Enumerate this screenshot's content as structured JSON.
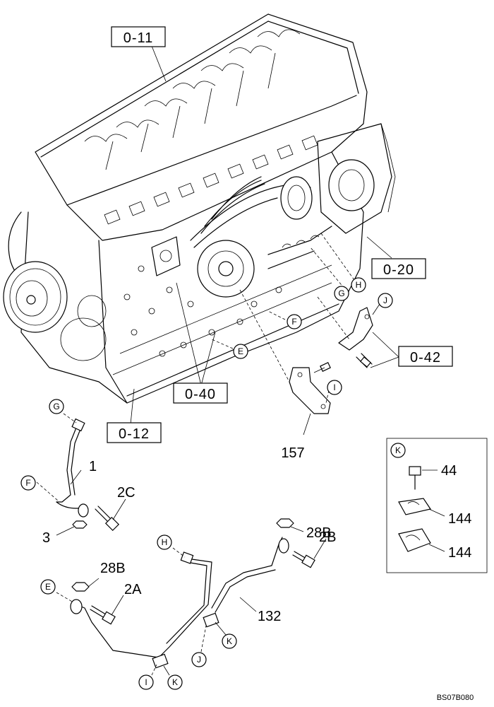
{
  "references": {
    "r0_11": "0-11",
    "r0_20": "0-20",
    "r0_42": "0-42",
    "r0_40": "0-40",
    "r0_12": "0-12"
  },
  "part_numbers": {
    "p157": "157",
    "p1": "1",
    "p2C": "2C",
    "p3": "3",
    "p28B_a": "28B",
    "p2B": "2B",
    "p28B_b": "28B",
    "p2A": "2A",
    "p132": "132",
    "p44": "44",
    "p144_a": "144",
    "p144_b": "144"
  },
  "callouts": {
    "G_top": "G",
    "H_top": "H",
    "F_top": "F",
    "E_top": "E",
    "J_top": "J",
    "I_top": "I",
    "G_low": "G",
    "F_low": "F",
    "H_low": "H",
    "E_low": "E",
    "K_low1": "K",
    "J_low": "J",
    "I_low": "I",
    "K_low2": "K",
    "K_inset": "K"
  },
  "drawing_code": "BS07B080"
}
